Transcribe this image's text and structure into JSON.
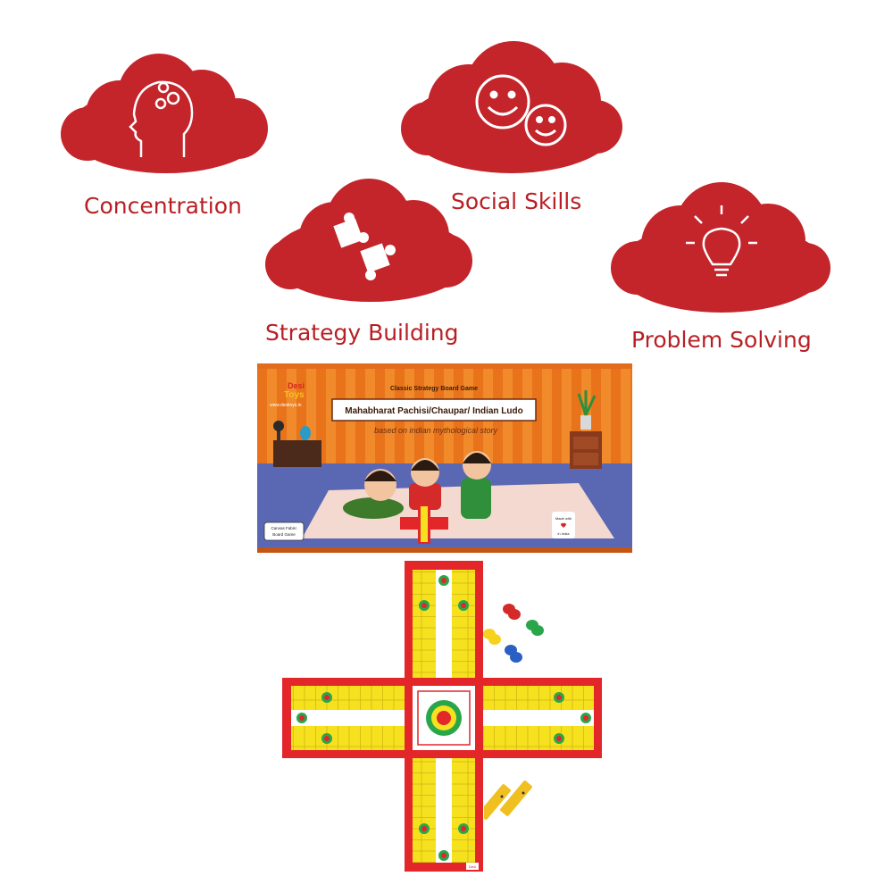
{
  "colors": {
    "cloud_red": "#c3252b",
    "label_red": "#b81f24",
    "box_orange": "#f07f22",
    "floor_blue": "#5a68b4",
    "board_red": "#e2262a",
    "board_yellow": "#f6e11f",
    "board_green": "#2aa64a"
  },
  "skills": [
    {
      "label": "Concentration",
      "icon": "head-gears-icon"
    },
    {
      "label": "Social Skills",
      "icon": "smiley-faces-icon"
    },
    {
      "label": "Strategy Building",
      "icon": "puzzle-pieces-icon"
    },
    {
      "label": "Problem Solving",
      "icon": "light-bulb-icon"
    }
  ],
  "box": {
    "brand_line1": "Desi",
    "brand_line2": "Toys",
    "website": "www.desitoys.in",
    "subtitle": "Classic Strategy Board Game",
    "title": "Mahabharat Pachisi/Chaupar/ Indian Ludo",
    "tagline": "based on indian mythological story",
    "badge_line1": "Canvas Fabric",
    "badge_line2": "Board Game",
    "made_line1": "Made with",
    "made_line2": "in India"
  },
  "board": {
    "tag": "Desi"
  }
}
